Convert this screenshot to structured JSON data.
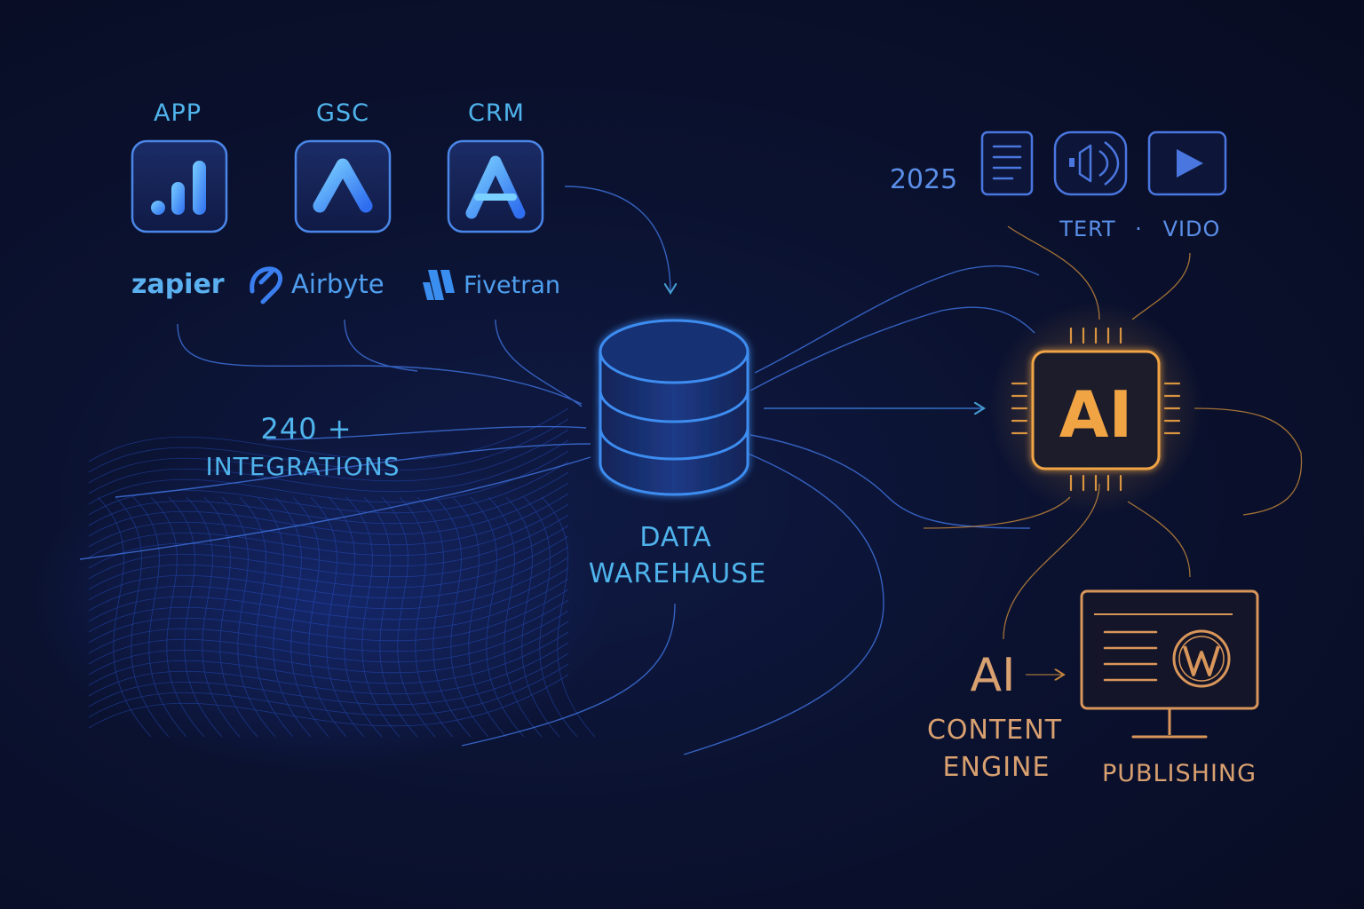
{
  "sources": [
    {
      "label": "APP",
      "icon": "bar-chart-icon"
    },
    {
      "label": "GSC",
      "icon": "caret-logo-icon"
    },
    {
      "label": "CRM",
      "icon": "a-logo-icon"
    }
  ],
  "connectors": {
    "zapier": "zapier",
    "airbyte": "Airbyte",
    "fivetran": "Fivetran"
  },
  "integrations": {
    "count": "240 +",
    "label": "INTEGRATIONS"
  },
  "warehouse": {
    "line1": "DATA",
    "line2": "WAREHAUSE",
    "icon": "database-icon"
  },
  "formats": {
    "year": "2025",
    "icons": [
      "document-icon",
      "audio-icon",
      "play-icon"
    ],
    "text_label": "TERT",
    "separator": "·",
    "video_label": "VIDO"
  },
  "ai_chip": {
    "label": "AI",
    "icon": "chip-icon"
  },
  "engine": {
    "ai": "AI",
    "line1": "CONTENT",
    "line2": "ENGINE"
  },
  "publishing": {
    "label": "PUBLISHING",
    "icon": "wordpress-icon"
  },
  "colors": {
    "background": "#0b1230",
    "blue_text": "#4fb3ec",
    "blue_line": "#3d6fd8",
    "orange": "#f0a444",
    "orange_text": "#d9a070"
  }
}
